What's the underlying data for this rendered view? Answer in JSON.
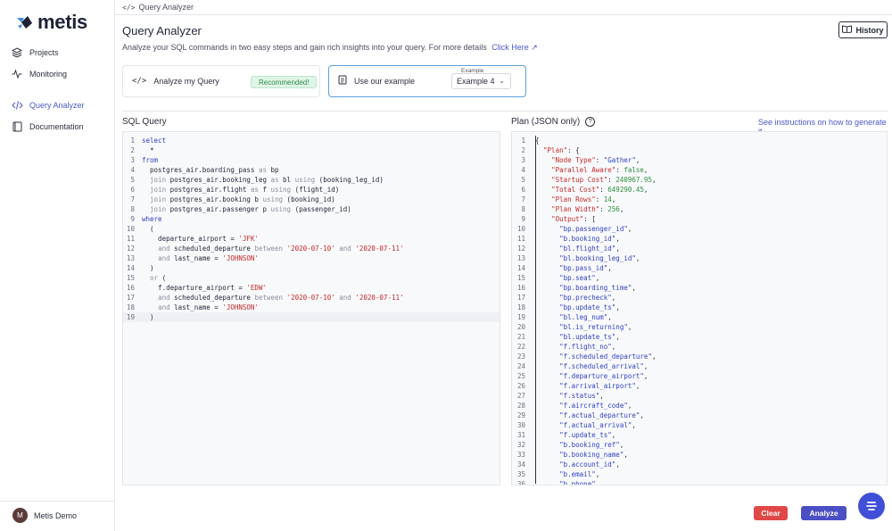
{
  "brand": {
    "name": "metis"
  },
  "sidebar": {
    "items": [
      {
        "label": "Projects",
        "icon": "layers-icon",
        "active": false
      },
      {
        "label": "Monitoring",
        "icon": "activity-icon",
        "active": false
      },
      {
        "label": "Query Analyzer",
        "icon": "code-icon",
        "active": true
      },
      {
        "label": "Documentation",
        "icon": "book-icon",
        "active": false
      }
    ],
    "user": {
      "name": "Metis Demo",
      "initial": "M"
    }
  },
  "breadcrumb": {
    "label": "Query Analyzer"
  },
  "header": {
    "title": "Query Analyzer",
    "subtitle": "Analyze your SQL commands in two easy steps and gain rich insights into your query. For more details",
    "link": "Click Here ↗",
    "history_label": "History"
  },
  "options": {
    "analyze_mine": {
      "label": "Analyze my Query",
      "badge": "Recommended!"
    },
    "use_example": {
      "label": "Use our example",
      "select_label": "Example",
      "selected": "Example 4"
    }
  },
  "sql": {
    "title": "SQL Query",
    "lines": [
      "select",
      "  *",
      "from",
      "  postgres_air.boarding_pass as bp",
      "  join postgres_air.booking_leg as bl using (booking_leg_id)",
      "  join postgres_air.flight as f using (flight_id)",
      "  join postgres_air.booking b using (booking_id)",
      "  join postgres_air.passenger p using (passenger_id)",
      "where",
      "  (",
      "    departure_airport = 'JFK'",
      "    and scheduled_departure between '2020-07-10' and '2020-07-11'",
      "    and last_name = 'JOHNSON'",
      "  )",
      "  or (",
      "    f.departure_airport = 'EDW'",
      "    and scheduled_departure between '2020-07-10' and '2020-07-11'",
      "    and last_name = 'JOHNSON'",
      "  )"
    ]
  },
  "plan": {
    "title": "Plan (JSON only)",
    "instructions": "See instructions on how to generate it",
    "lines": [
      "{",
      "  \"Plan\": {",
      "    \"Node Type\": \"Gather\",",
      "    \"Parallel Aware\": false,",
      "    \"Startup Cost\": 240967.95,",
      "    \"Total Cost\": 649290.45,",
      "    \"Plan Rows\": 14,",
      "    \"Plan Width\": 256,",
      "    \"Output\": [",
      "      \"bp.passenger_id\",",
      "      \"b.booking_id\",",
      "      \"bl.flight_id\",",
      "      \"bl.booking_leg_id\",",
      "      \"bp.pass_id\",",
      "      \"bp.seat\",",
      "      \"bp.boarding_time\",",
      "      \"bp.precheck\",",
      "      \"bp.update_ts\",",
      "      \"bl.leg_num\",",
      "      \"bl.is_returning\",",
      "      \"bl.update_ts\",",
      "      \"f.flight_no\",",
      "      \"f.scheduled_departure\",",
      "      \"f.scheduled_arrival\",",
      "      \"f.departure_airport\",",
      "      \"f.arrival_airport\",",
      "      \"f.status\",",
      "      \"f.aircraft_code\",",
      "      \"f.actual_departure\",",
      "      \"f.actual_arrival\",",
      "      \"f.update_ts\",",
      "      \"b.booking_ref\",",
      "      \"b.booking_name\",",
      "      \"b.account_id\",",
      "      \"b.email\",",
      "      \"b.phone\","
    ]
  },
  "actions": {
    "clear": "Clear",
    "analyze": "Analyze"
  },
  "colors": {
    "accent": "#4a57c7",
    "clear": "#e04848",
    "analyze": "#4a4fc4",
    "chat": "#3f4fd8"
  }
}
